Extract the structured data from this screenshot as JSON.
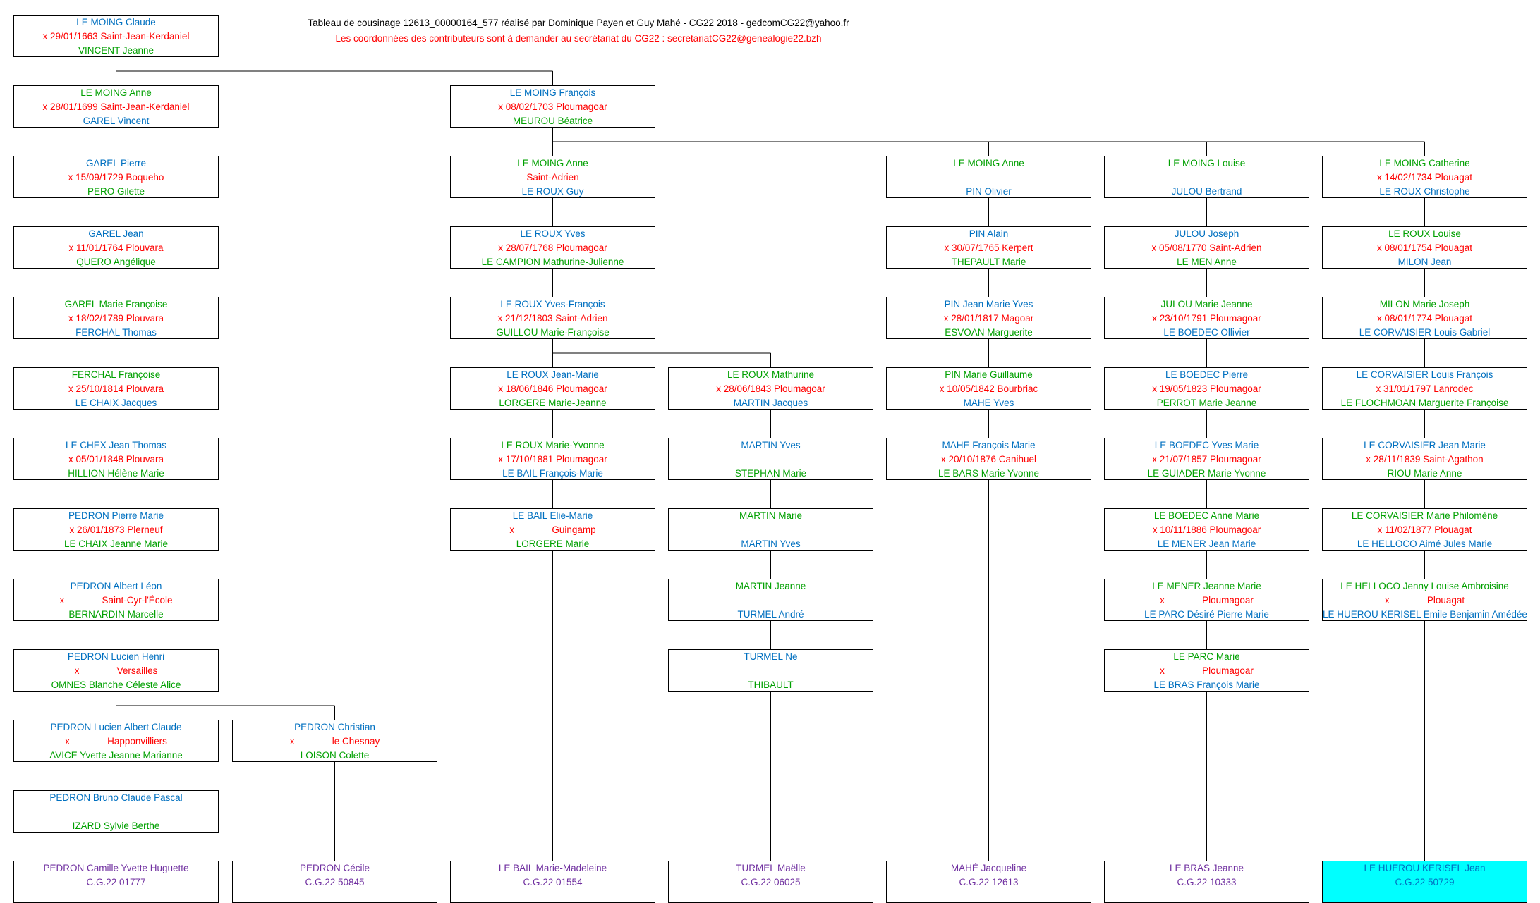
{
  "header": {
    "line1": "Tableau de cousinage 12613_00000164_577 réalisé par Dominique Payen et Guy Mahé - CG22 2018 - gedcomCG22@yahoo.fr",
    "line2": "Les coordonnées des contributeurs sont à demander au secrétariat du CG22 :  secretariatCG22@genealogie22.bzh"
  },
  "columns": [
    {
      "boxes": [
        {
          "name": "LE MOING Claude",
          "x": "x 29/01/1663 Saint-Jean-Kerdaniel",
          "spouse": "VINCENT Jeanne",
          "gender": "m"
        },
        {
          "name": "LE MOING Anne",
          "x": "x 28/01/1699 Saint-Jean-Kerdaniel",
          "spouse": "GAREL Vincent",
          "gender": "f"
        },
        {
          "name": "GAREL Pierre",
          "x": "x 15/09/1729 Boqueho",
          "spouse": "PERO Gilette",
          "gender": "m"
        },
        {
          "name": "GAREL Jean",
          "x": "x 11/01/1764 Plouvara",
          "spouse": "QUERO Angélique",
          "gender": "m"
        },
        {
          "name": "GAREL Marie Françoise",
          "x": "x 18/02/1789 Plouvara",
          "spouse": "FERCHAL Thomas",
          "gender": "f"
        },
        {
          "name": "FERCHAL Françoise",
          "x": "x 25/10/1814 Plouvara",
          "spouse": "LE CHAIX Jacques",
          "gender": "f"
        },
        {
          "name": "LE CHEX Jean Thomas",
          "x": "x 05/01/1848 Plouvara",
          "spouse": "HILLION Hélène Marie",
          "gender": "m"
        },
        {
          "name": "PEDRON Pierre Marie",
          "x": "x 26/01/1873 Plerneuf",
          "spouse": "LE CHAIX Jeanne Marie",
          "gender": "m"
        },
        {
          "name": "PEDRON Albert Léon",
          "x": "x",
          "place": "Saint-Cyr-l'École",
          "spouse": "BERNARDIN Marcelle",
          "gender": "m"
        },
        {
          "name": "PEDRON Lucien Henri",
          "x": "x",
          "place": "Versailles",
          "spouse": "OMNES Blanche Céleste Alice",
          "gender": "m"
        },
        {
          "name": "PEDRON Lucien Albert Claude",
          "x": "x",
          "place": "Happonvilliers",
          "spouse": "AVICE Yvette Jeanne Marianne",
          "gender": "m"
        },
        {
          "name": "PEDRON Bruno Claude Pascal",
          "x": "",
          "spouse": "IZARD Sylvie Berthe",
          "gender": "m"
        },
        {
          "name": "PEDRON Camille Yvette Huguette",
          "code": "C.G.22 01777",
          "cousin": true
        }
      ]
    },
    {
      "boxes": [
        {
          "name": "PEDRON Christian",
          "x": "x",
          "place": "le Chesnay",
          "spouse": "LOISON Colette",
          "gender": "m"
        },
        {
          "name": "PEDRON Cécile",
          "code": "C.G.22 50845",
          "cousin": true
        }
      ]
    },
    {
      "boxes": [
        {
          "name": "LE MOING François",
          "x": "x 08/02/1703 Ploumagoar",
          "spouse": "MEUROU Béatrice",
          "gender": "m"
        },
        {
          "name": "LE MOING Anne",
          "x": "Saint-Adrien",
          "spouse": "LE ROUX Guy",
          "gender": "f"
        },
        {
          "name": "LE ROUX Yves",
          "x": "x 28/07/1768 Ploumagoar",
          "spouse": "LE CAMPION Mathurine-Julienne",
          "gender": "m"
        },
        {
          "name": "LE ROUX Yves-François",
          "x": "x 21/12/1803 Saint-Adrien",
          "spouse": "GUILLOU Marie-Françoise",
          "gender": "m"
        },
        {
          "name": "LE ROUX Jean-Marie",
          "x": "x 18/06/1846 Ploumagoar",
          "spouse": "LORGERE Marie-Jeanne",
          "gender": "m"
        },
        {
          "name": "LE ROUX Marie-Yvonne",
          "x": "x 17/10/1881 Ploumagoar",
          "spouse": "LE BAIL François-Marie",
          "gender": "f"
        },
        {
          "name": "LE BAIL Elie-Marie",
          "x": "x",
          "place": "Guingamp",
          "spouse": "LORGERE Marie",
          "gender": "m"
        },
        {
          "name": "LE BAIL Marie-Madeleine",
          "code": "C.G.22 01554",
          "cousin": true
        }
      ]
    },
    {
      "boxes": [
        {
          "name": "LE ROUX Mathurine",
          "x": "x 28/06/1843 Ploumagoar",
          "spouse": "MARTIN Jacques",
          "gender": "f"
        },
        {
          "name": "MARTIN Yves",
          "x": "",
          "spouse": "STEPHAN Marie",
          "gender": "m"
        },
        {
          "name": "MARTIN Marie",
          "x": "",
          "spouse": "MARTIN Yves",
          "gender": "f"
        },
        {
          "name": "MARTIN Jeanne",
          "x": "",
          "spouse": "TURMEL André",
          "gender": "f"
        },
        {
          "name": "TURMEL Ne",
          "x": "",
          "spouse": "THIBAULT",
          "gender": "m"
        },
        {
          "name": "TURMEL Maëlle",
          "code": "C.G.22 06025",
          "cousin": true
        }
      ]
    },
    {
      "boxes": [
        {
          "name": "LE MOING Anne",
          "x": "",
          "spouse": "PIN Olivier",
          "gender": "f"
        },
        {
          "name": "PIN Alain",
          "x": "x 30/07/1765 Kerpert",
          "spouse": "THEPAULT Marie",
          "gender": "m"
        },
        {
          "name": "PIN Jean Marie Yves",
          "x": "x 28/01/1817 Magoar",
          "spouse": "ESVOAN Marguerite",
          "gender": "m"
        },
        {
          "name": "PIN Marie Guillaume",
          "x": "x 10/05/1842 Bourbriac",
          "spouse": "MAHE Yves",
          "gender": "f"
        },
        {
          "name": "MAHE François Marie",
          "x": "x 20/10/1876 Canihuel",
          "spouse": "LE BARS Marie Yvonne",
          "gender": "m"
        },
        {
          "name": "MAHÉ Jacqueline",
          "code": "C.G.22 12613",
          "cousin": true
        }
      ]
    },
    {
      "boxes": [
        {
          "name": "LE MOING Louise",
          "x": "",
          "spouse": "JULOU Bertrand",
          "gender": "f"
        },
        {
          "name": "JULOU Joseph",
          "x": "x 05/08/1770 Saint-Adrien",
          "spouse": "LE MEN Anne",
          "gender": "m"
        },
        {
          "name": "JULOU Marie Jeanne",
          "x": "x 23/10/1791 Ploumagoar",
          "spouse": "LE BOEDEC Ollivier",
          "gender": "f"
        },
        {
          "name": "LE BOEDEC Pierre",
          "x": "x 19/05/1823 Ploumagoar",
          "spouse": "PERROT Marie Jeanne",
          "gender": "m"
        },
        {
          "name": "LE BOEDEC Yves Marie",
          "x": "x 21/07/1857 Ploumagoar",
          "spouse": "LE GUIADER Marie Yvonne",
          "gender": "m"
        },
        {
          "name": "LE BOEDEC Anne Marie",
          "x": "x 10/11/1886 Ploumagoar",
          "spouse": "LE MENER Jean Marie",
          "gender": "f"
        },
        {
          "name": "LE MENER Jeanne Marie",
          "x": "x",
          "place": "Ploumagoar",
          "spouse": "LE PARC Désiré Pierre Marie",
          "gender": "f"
        },
        {
          "name": "LE PARC Marie",
          "x": "x",
          "place": "Ploumagoar",
          "spouse": "LE BRAS François Marie",
          "gender": "f"
        },
        {
          "name": "LE BRAS Jeanne",
          "code": "C.G.22 10333",
          "cousin": true
        }
      ]
    },
    {
      "boxes": [
        {
          "name": "LE MOING Catherine",
          "x": "x 14/02/1734 Plouagat",
          "spouse": "LE ROUX Christophe",
          "gender": "f"
        },
        {
          "name": "LE ROUX Louise",
          "x": "x 08/01/1754 Plouagat",
          "spouse": "MILON Jean",
          "gender": "f"
        },
        {
          "name": "MILON Marie Joseph",
          "x": "x 08/01/1774 Plouagat",
          "spouse": "LE CORVAISIER Louis Gabriel",
          "gender": "f"
        },
        {
          "name": "LE CORVAISIER Louis François",
          "x": "x 31/01/1797 Lanrodec",
          "spouse": "LE FLOCHMOAN Marguerite Françoise",
          "gender": "m"
        },
        {
          "name": "LE CORVAISIER Jean Marie",
          "x": "x 28/11/1839 Saint-Agathon",
          "spouse": "RIOU Marie Anne",
          "gender": "m"
        },
        {
          "name": "LE CORVAISIER Marie Philomène",
          "x": "x 11/02/1877 Plouagat",
          "spouse": "LE HELLOCO Aimé Jules Marie",
          "gender": "f"
        },
        {
          "name": "LE HELLOCO Jenny Louise Ambroisine",
          "x": "x",
          "place": "Plouagat",
          "spouse": "LE HUEROU KERISEL Emile Benjamin Amédée",
          "gender": "f"
        },
        {
          "name": "LE HUEROU KERISEL Jean",
          "code": "C.G.22 50729",
          "cousin": true,
          "highlight": true
        }
      ]
    }
  ],
  "colors": {
    "male": "#0070c0",
    "female": "#00a000",
    "marriage": "#ff0000",
    "cousin": "#7030a0",
    "highlight": "#00ffff"
  }
}
